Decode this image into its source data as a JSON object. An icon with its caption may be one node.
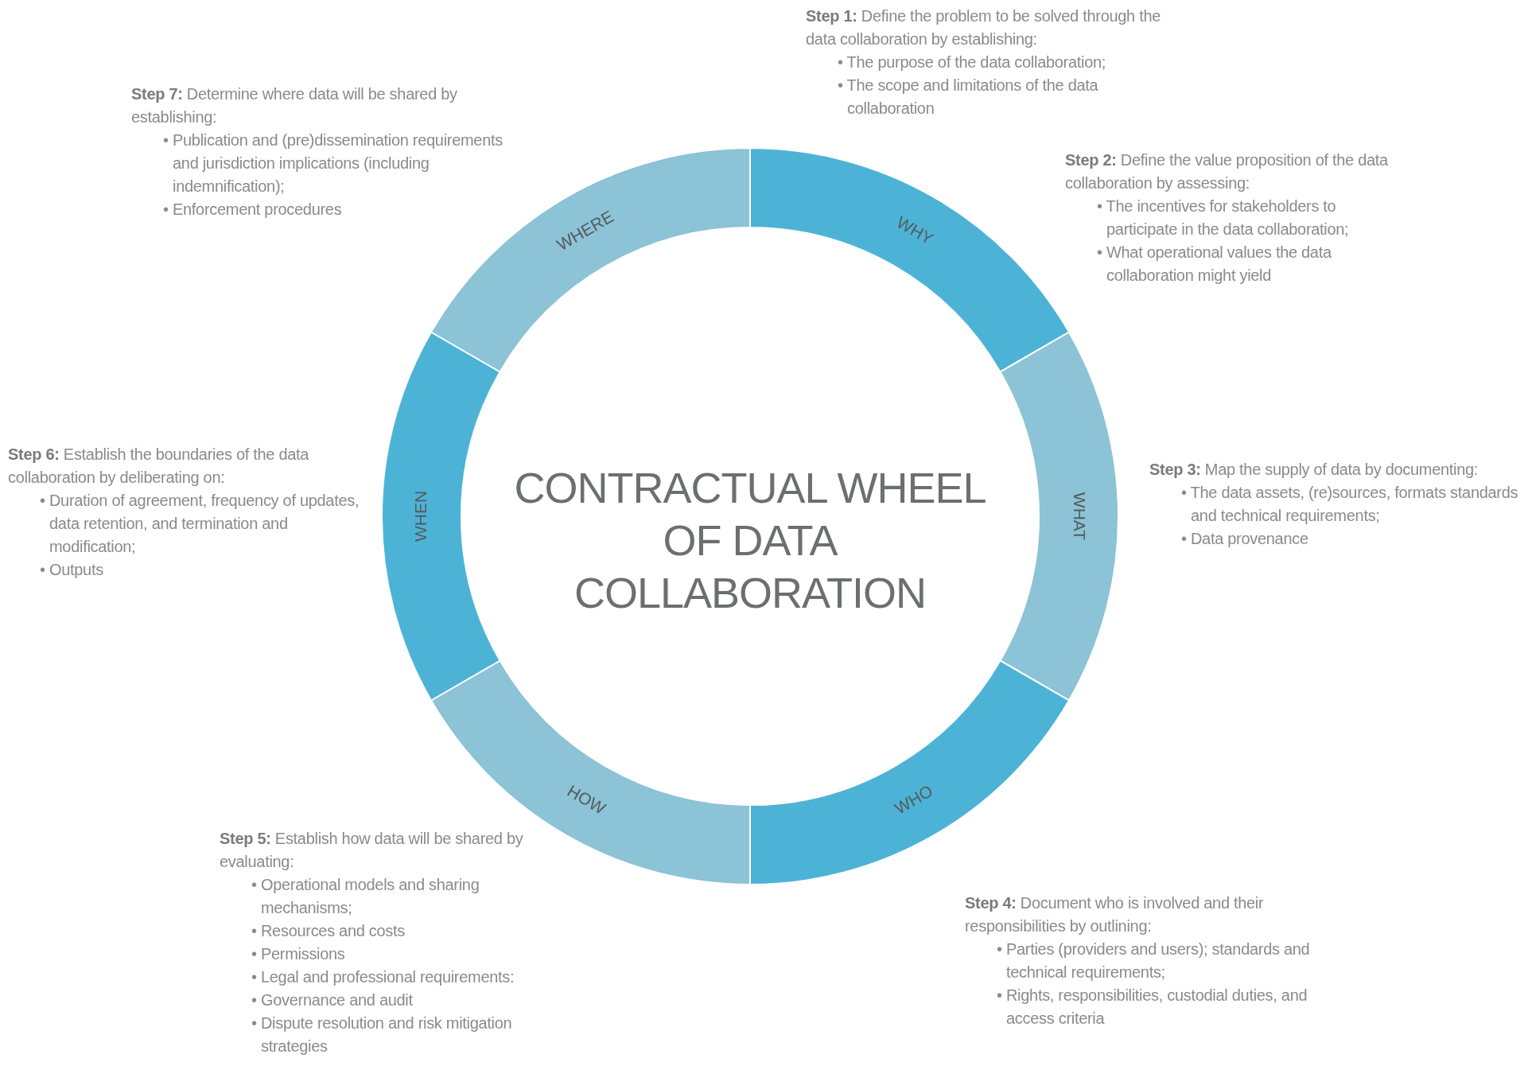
{
  "diagram": {
    "title": "CONTRACTUAL WHEEL OF DATA COLLABORATION",
    "nodes": [
      {
        "text": [
          "WHY"
        ]
      },
      {
        "text": [
          "WHAT"
        ]
      },
      {
        "text": [
          "WHO"
        ]
      },
      {
        "text": [
          "HOW"
        ]
      },
      {
        "text": [
          "WHEN"
        ]
      },
      {
        "text": [
          "WHERE"
        ]
      }
    ],
    "labels": [
      "**Step 1:** Define the problem to be solved through the data collaboration by establishing:",
      "• The purpose of the data collaboration;",
      "• The scope and limitations of the data collaboration",
      "**Step 2:** Define the value proposition of the data collaboration by assessing:",
      "• The incentives for stakeholders to participate in the data collaboration;",
      "• What operational values the data collaboration might yield",
      "**Step 3:** Map the supply of data by documenting:",
      "• The data assets, (re)sources, formats standards and technical requirements;",
      "• Data provenance",
      "**Step 4:** Document who is involved and their responsibilities by outlining:",
      "• Parties (providers and users); standards and technical requirements;",
      "• Rights, responsibilities, custodial duties, and access criteria",
      "**Step 5:** Establish how data will be shared by evaluating:",
      "• Operational models and sharing mechanisms;",
      "• Resources and costs",
      "• Permissions",
      "• Legal and professional requirements:",
      "• Governance and audit",
      "• Dispute resolution and risk mitigation strategies",
      "**Step 6:** Establish the boundaries of the data collaboration by deliberating on:",
      "• Duration of agreement, frequency of updates, data retention, and termination and modification;",
      "• Outputs",
      "**Step 7:** Determine where data will be shared by establishing:",
      "• Publication and (pre)dissemination requirements and jurisdiction implications (including indemnification);",
      "• Enforcement procedures"
    ]
  }
}
